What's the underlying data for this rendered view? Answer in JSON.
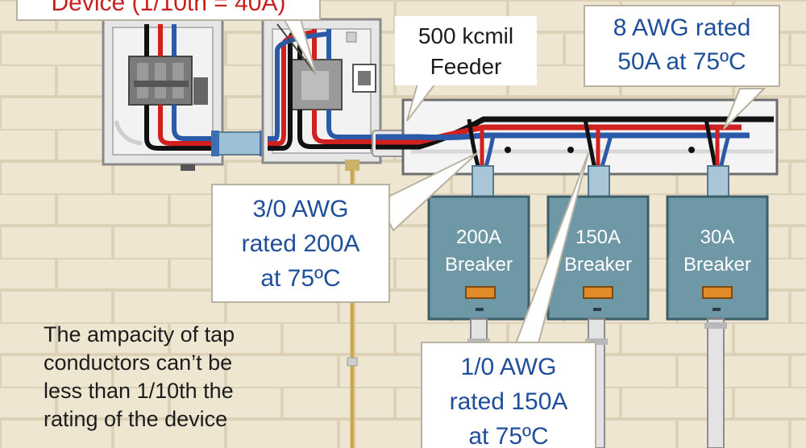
{
  "title_callout": {
    "text": "Device (1/10th = 40A)"
  },
  "feeder_label": {
    "line1": "500 kcmil",
    "line2": "Feeder"
  },
  "tap_8awg_label": {
    "line1": "8 AWG rated",
    "line2": "50A at 75ºC"
  },
  "tap_3_0_label": {
    "line1": "3/0 AWG",
    "line2": "rated 200A",
    "line3": "at 75ºC"
  },
  "tap_1_0_label": {
    "line1": "1/0 AWG",
    "line2": "rated 150A",
    "line3": "at 75ºC"
  },
  "breakers": [
    {
      "rating": "200A",
      "word": "Breaker"
    },
    {
      "rating": "150A",
      "word": "Breaker"
    },
    {
      "rating": "30A",
      "word": "Breaker"
    }
  ],
  "note": {
    "line1": "The ampacity of tap",
    "line2": "conductors can’t be",
    "line3": "less than 1/10th the",
    "line4": "rating of the device"
  },
  "colors": {
    "wall": "#efe6d2",
    "mortar": "#ddd2b8",
    "enclosure": "#e4e4e4",
    "breaker_box": "#6e98a6",
    "conductor_red": "#d02020",
    "conductor_blue": "#2a5aa8",
    "conductor_black": "#111111",
    "label_blue_text": "#1f4f9a",
    "label_red_text": "#c8201e",
    "conduit": "#8fb4c8"
  }
}
